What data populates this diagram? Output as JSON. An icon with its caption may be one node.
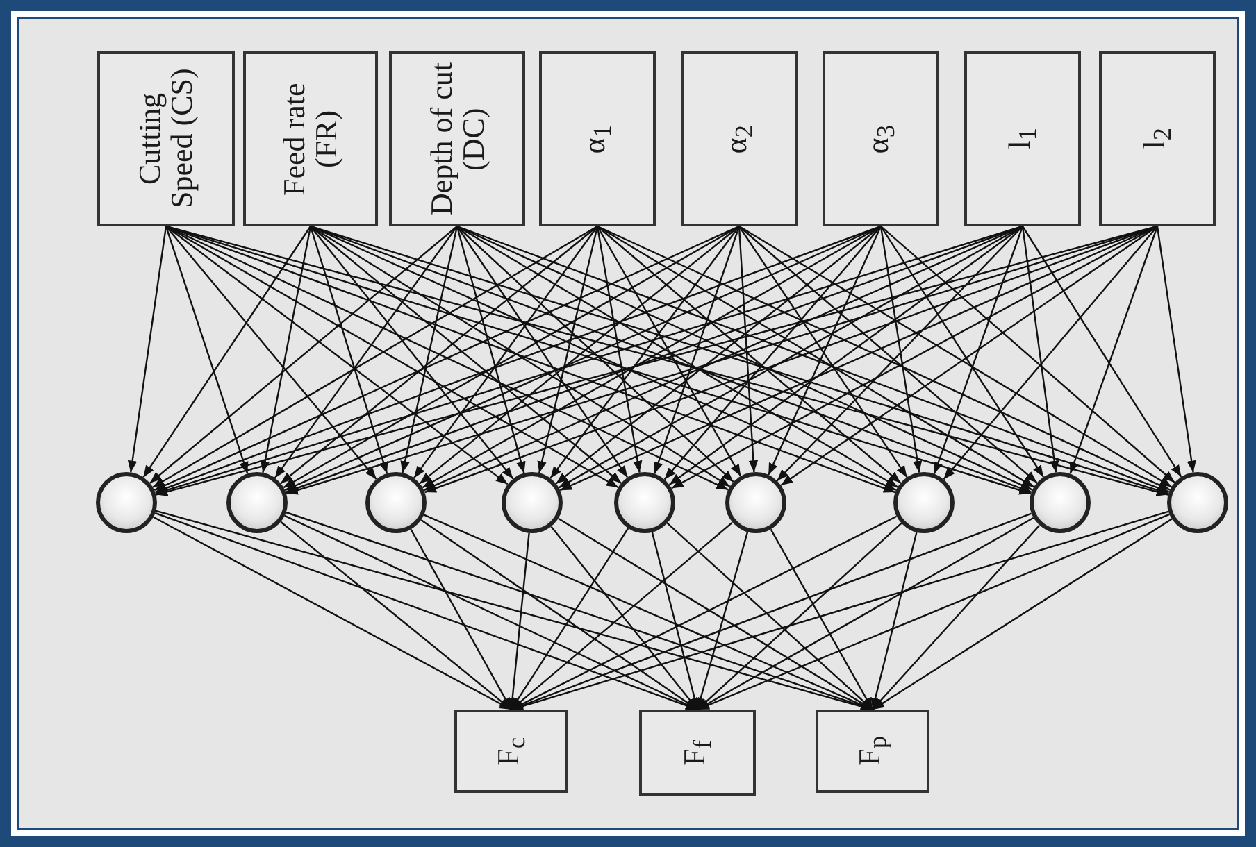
{
  "diagram": {
    "nodes": [
      {
        "text": [
          "Cutting Speed (CS)"
        ]
      },
      {
        "text": [
          "Feed rate (FR)"
        ]
      },
      {
        "text": [
          "Depth of cut (DC)"
        ]
      },
      {
        "text": [
          "α$_{1}$"
        ]
      },
      {
        "text": [
          "α$_{2}$"
        ]
      },
      {
        "text": [
          "α$_{3}$"
        ]
      },
      {
        "text": [
          "l$_{1}$"
        ]
      },
      {
        "text": [
          "l$_{2}$"
        ]
      },
      {
        "text": [],
        "shape": "circle"
      },
      {
        "text": [],
        "shape": "circle"
      },
      {
        "text": [],
        "shape": "circle"
      },
      {
        "text": [],
        "shape": "circle"
      },
      {
        "text": [],
        "shape": "circle"
      },
      {
        "text": [],
        "shape": "circle"
      },
      {
        "text": [],
        "shape": "circle"
      },
      {
        "text": [],
        "shape": "circle"
      },
      {
        "text": [],
        "shape": "circle"
      },
      {
        "text": [
          "F$_{c}$"
        ]
      },
      {
        "text": [
          "F$_{f}$"
        ]
      },
      {
        "text": [
          "F$_{p}$"
        ]
      }
    ],
    "edges": [
      {
        "from": 0,
        "to": 8,
        "arrow": "to"
      },
      {
        "from": 0,
        "to": 9,
        "arrow": "to"
      },
      {
        "from": 0,
        "to": 10,
        "arrow": "to"
      },
      {
        "from": 0,
        "to": 11,
        "arrow": "to"
      },
      {
        "from": 0,
        "to": 12,
        "arrow": "to"
      },
      {
        "from": 0,
        "to": 13,
        "arrow": "to"
      },
      {
        "from": 0,
        "to": 14,
        "arrow": "to"
      },
      {
        "from": 0,
        "to": 15,
        "arrow": "to"
      },
      {
        "from": 0,
        "to": 16,
        "arrow": "to"
      },
      {
        "from": 1,
        "to": 8,
        "arrow": "to"
      },
      {
        "from": 1,
        "to": 9,
        "arrow": "to"
      },
      {
        "from": 1,
        "to": 10,
        "arrow": "to"
      },
      {
        "from": 1,
        "to": 11,
        "arrow": "to"
      },
      {
        "from": 1,
        "to": 12,
        "arrow": "to"
      },
      {
        "from": 1,
        "to": 13,
        "arrow": "to"
      },
      {
        "from": 1,
        "to": 14,
        "arrow": "to"
      },
      {
        "from": 1,
        "to": 15,
        "arrow": "to"
      },
      {
        "from": 1,
        "to": 16,
        "arrow": "to"
      },
      {
        "from": 2,
        "to": 8,
        "arrow": "to"
      },
      {
        "from": 2,
        "to": 9,
        "arrow": "to"
      },
      {
        "from": 2,
        "to": 10,
        "arrow": "to"
      },
      {
        "from": 2,
        "to": 11,
        "arrow": "to"
      },
      {
        "from": 2,
        "to": 12,
        "arrow": "to"
      },
      {
        "from": 2,
        "to": 13,
        "arrow": "to"
      },
      {
        "from": 2,
        "to": 14,
        "arrow": "to"
      },
      {
        "from": 2,
        "to": 15,
        "arrow": "to"
      },
      {
        "from": 2,
        "to": 16,
        "arrow": "to"
      },
      {
        "from": 3,
        "to": 8,
        "arrow": "to"
      },
      {
        "from": 3,
        "to": 9,
        "arrow": "to"
      },
      {
        "from": 3,
        "to": 10,
        "arrow": "to"
      },
      {
        "from": 3,
        "to": 11,
        "arrow": "to"
      },
      {
        "from": 3,
        "to": 12,
        "arrow": "to"
      },
      {
        "from": 3,
        "to": 13,
        "arrow": "to"
      },
      {
        "from": 3,
        "to": 14,
        "arrow": "to"
      },
      {
        "from": 3,
        "to": 15,
        "arrow": "to"
      },
      {
        "from": 3,
        "to": 16,
        "arrow": "to"
      },
      {
        "from": 4,
        "to": 8,
        "arrow": "to"
      },
      {
        "from": 4,
        "to": 9,
        "arrow": "to"
      },
      {
        "from": 4,
        "to": 10,
        "arrow": "to"
      },
      {
        "from": 4,
        "to": 11,
        "arrow": "to"
      },
      {
        "from": 4,
        "to": 12,
        "arrow": "to"
      },
      {
        "from": 4,
        "to": 13,
        "arrow": "to"
      },
      {
        "from": 4,
        "to": 14,
        "arrow": "to"
      },
      {
        "from": 4,
        "to": 15,
        "arrow": "to"
      },
      {
        "from": 4,
        "to": 16,
        "arrow": "to"
      },
      {
        "from": 5,
        "to": 8,
        "arrow": "to"
      },
      {
        "from": 5,
        "to": 9,
        "arrow": "to"
      },
      {
        "from": 5,
        "to": 10,
        "arrow": "to"
      },
      {
        "from": 5,
        "to": 11,
        "arrow": "to"
      },
      {
        "from": 5,
        "to": 12,
        "arrow": "to"
      },
      {
        "from": 5,
        "to": 13,
        "arrow": "to"
      },
      {
        "from": 5,
        "to": 14,
        "arrow": "to"
      },
      {
        "from": 5,
        "to": 15,
        "arrow": "to"
      },
      {
        "from": 5,
        "to": 16,
        "arrow": "to"
      },
      {
        "from": 6,
        "to": 8,
        "arrow": "to"
      },
      {
        "from": 6,
        "to": 9,
        "arrow": "to"
      },
      {
        "from": 6,
        "to": 10,
        "arrow": "to"
      },
      {
        "from": 6,
        "to": 11,
        "arrow": "to"
      },
      {
        "from": 6,
        "to": 12,
        "arrow": "to"
      },
      {
        "from": 6,
        "to": 13,
        "arrow": "to"
      },
      {
        "from": 6,
        "to": 14,
        "arrow": "to"
      },
      {
        "from": 6,
        "to": 15,
        "arrow": "to"
      },
      {
        "from": 6,
        "to": 16,
        "arrow": "to"
      },
      {
        "from": 7,
        "to": 8,
        "arrow": "to"
      },
      {
        "from": 7,
        "to": 9,
        "arrow": "to"
      },
      {
        "from": 7,
        "to": 10,
        "arrow": "to"
      },
      {
        "from": 7,
        "to": 11,
        "arrow": "to"
      },
      {
        "from": 7,
        "to": 12,
        "arrow": "to"
      },
      {
        "from": 7,
        "to": 13,
        "arrow": "to"
      },
      {
        "from": 7,
        "to": 14,
        "arrow": "to"
      },
      {
        "from": 7,
        "to": 15,
        "arrow": "to"
      },
      {
        "from": 7,
        "to": 16,
        "arrow": "to"
      },
      {
        "from": 8,
        "to": 17,
        "arrow": "to"
      },
      {
        "from": 8,
        "to": 18,
        "arrow": "to"
      },
      {
        "from": 8,
        "to": 19,
        "arrow": "to"
      },
      {
        "from": 9,
        "to": 17,
        "arrow": "to"
      },
      {
        "from": 9,
        "to": 18,
        "arrow": "to"
      },
      {
        "from": 9,
        "to": 19,
        "arrow": "to"
      },
      {
        "from": 10,
        "to": 17,
        "arrow": "to"
      },
      {
        "from": 10,
        "to": 18,
        "arrow": "to"
      },
      {
        "from": 10,
        "to": 19,
        "arrow": "to"
      },
      {
        "from": 11,
        "to": 17,
        "arrow": "to"
      },
      {
        "from": 11,
        "to": 18,
        "arrow": "to"
      },
      {
        "from": 11,
        "to": 19,
        "arrow": "to"
      },
      {
        "from": 12,
        "to": 17,
        "arrow": "to"
      },
      {
        "from": 12,
        "to": 18,
        "arrow": "to"
      },
      {
        "from": 12,
        "to": 19,
        "arrow": "to"
      },
      {
        "from": 13,
        "to": 17,
        "arrow": "to"
      },
      {
        "from": 13,
        "to": 18,
        "arrow": "to"
      },
      {
        "from": 13,
        "to": 19,
        "arrow": "to"
      },
      {
        "from": 14,
        "to": 17,
        "arrow": "to"
      },
      {
        "from": 14,
        "to": 18,
        "arrow": "to"
      },
      {
        "from": 14,
        "to": 19,
        "arrow": "to"
      },
      {
        "from": 15,
        "to": 17,
        "arrow": "to"
      },
      {
        "from": 15,
        "to": 18,
        "arrow": "to"
      },
      {
        "from": 15,
        "to": 19,
        "arrow": "to"
      },
      {
        "from": 16,
        "to": 17,
        "arrow": "to"
      },
      {
        "from": 16,
        "to": 18,
        "arrow": "to"
      },
      {
        "from": 16,
        "to": 19,
        "arrow": "to"
      }
    ]
  }
}
